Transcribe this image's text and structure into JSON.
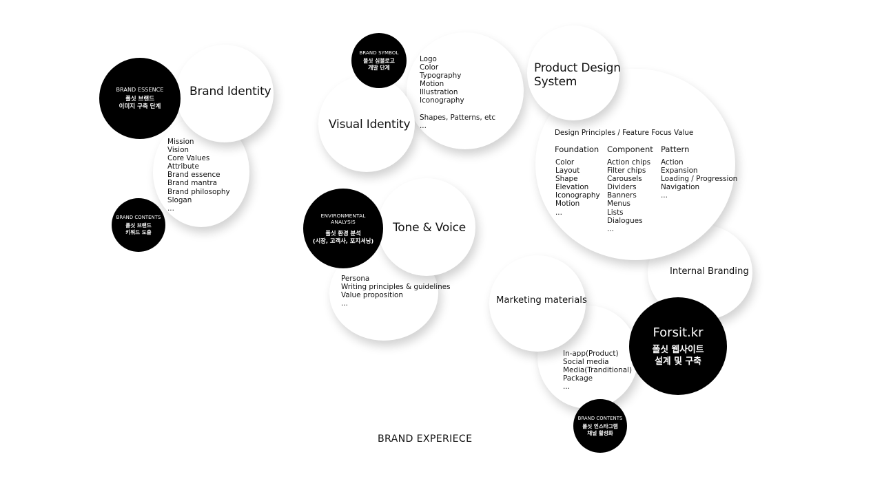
{
  "brand_identity": {
    "title": "Brand Identity",
    "essence_tag": "BRAND ESSENCE",
    "essence_ko": [
      "폴싯 브랜드",
      "이미지 구축 단계"
    ],
    "items": [
      "Mission",
      "Vision",
      "Core Values",
      "Attribute",
      "Brand essence",
      "Brand mantra",
      "Brand philosophy",
      "Slogan",
      "..."
    ],
    "contents_tag": "BRAND CONTENTS",
    "contents_ko": [
      "폴싯 브랜드",
      "키워드 도출"
    ]
  },
  "visual_identity": {
    "title": "Visual Identity",
    "symbol_tag": "BRAND SYMBOL",
    "symbol_ko": [
      "폴싯 심볼로고",
      "개발 단계"
    ],
    "items": [
      "Logo",
      "Color",
      "Typography",
      "Motion",
      "Illustration",
      "Iconography",
      "",
      "Shapes, Patterns, etc",
      "..."
    ]
  },
  "tone_voice": {
    "title": "Tone & Voice",
    "env_tag": [
      "ENVIRONMENTAL",
      "ANALYSIS"
    ],
    "env_ko": [
      "폴싯 환경 분석",
      "(시장, 고객사, 포지셔닝)"
    ],
    "items": [
      "Persona",
      "Writing principles & guidelines",
      "Value proposition",
      "..."
    ]
  },
  "product_design": {
    "title": [
      "Product Design",
      "System"
    ],
    "principles": "Design Principles / Feature Focus Value",
    "columns": [
      {
        "heading": "Foundation",
        "items": [
          "Color",
          "Layout",
          "Shape",
          "Elevation",
          "Iconography",
          "Motion",
          "..."
        ]
      },
      {
        "heading": "Component",
        "items": [
          "Action chips",
          "Filter chips",
          "Carousels",
          "Dividers",
          "Banners",
          "Menus",
          "Lists",
          "Dialogues",
          "..."
        ]
      },
      {
        "heading": "Pattern",
        "items": [
          "Action",
          "Expansion",
          "Loading / Progression",
          "Navigation",
          "..."
        ]
      }
    ]
  },
  "internal_branding": {
    "title": "Internal Branding"
  },
  "marketing": {
    "title": "Marketing materials",
    "items": [
      "In-app(Product)",
      "Social media",
      "Media(Tranditional)",
      "Package",
      "..."
    ],
    "contents_tag": "BRAND CONTENTS",
    "contents_ko": [
      "폴싯 인스타그램",
      "채널 활성화"
    ]
  },
  "forsit": {
    "title": "Forsit.kr",
    "ko": [
      "폴싯 웹사이트",
      "설계 및 구축"
    ]
  },
  "footer": {
    "label": "BRAND EXPERIECE"
  },
  "colors": {
    "black": "#000000",
    "white": "#ffffff",
    "text": "#111111"
  }
}
